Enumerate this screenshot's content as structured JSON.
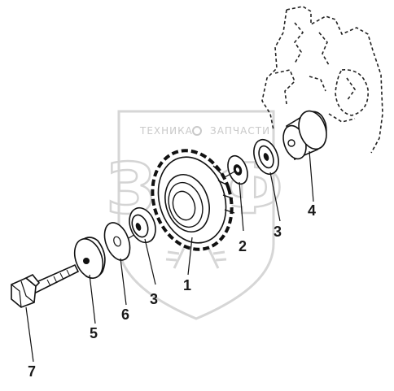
{
  "watermark": {
    "text_left": "ТЕХНИКА",
    "text_right": "ЗАПЧАСТИ",
    "monogram": "ЗЭФ",
    "color": "#d0d0d0"
  },
  "callouts": [
    {
      "id": "1",
      "label": "1"
    },
    {
      "id": "2",
      "label": "2"
    },
    {
      "id": "3a",
      "label": "3"
    },
    {
      "id": "3b",
      "label": "3"
    },
    {
      "id": "4",
      "label": "4"
    },
    {
      "id": "5",
      "label": "5"
    },
    {
      "id": "6",
      "label": "6"
    },
    {
      "id": "7",
      "label": "7"
    }
  ],
  "parts": [
    {
      "id": "1",
      "name": "gear"
    },
    {
      "id": "2",
      "name": "small-washer"
    },
    {
      "id": "3",
      "name": "bearing"
    },
    {
      "id": "4",
      "name": "hub"
    },
    {
      "id": "5",
      "name": "flange-washer"
    },
    {
      "id": "6",
      "name": "thin-washer"
    },
    {
      "id": "7",
      "name": "bolt"
    }
  ]
}
